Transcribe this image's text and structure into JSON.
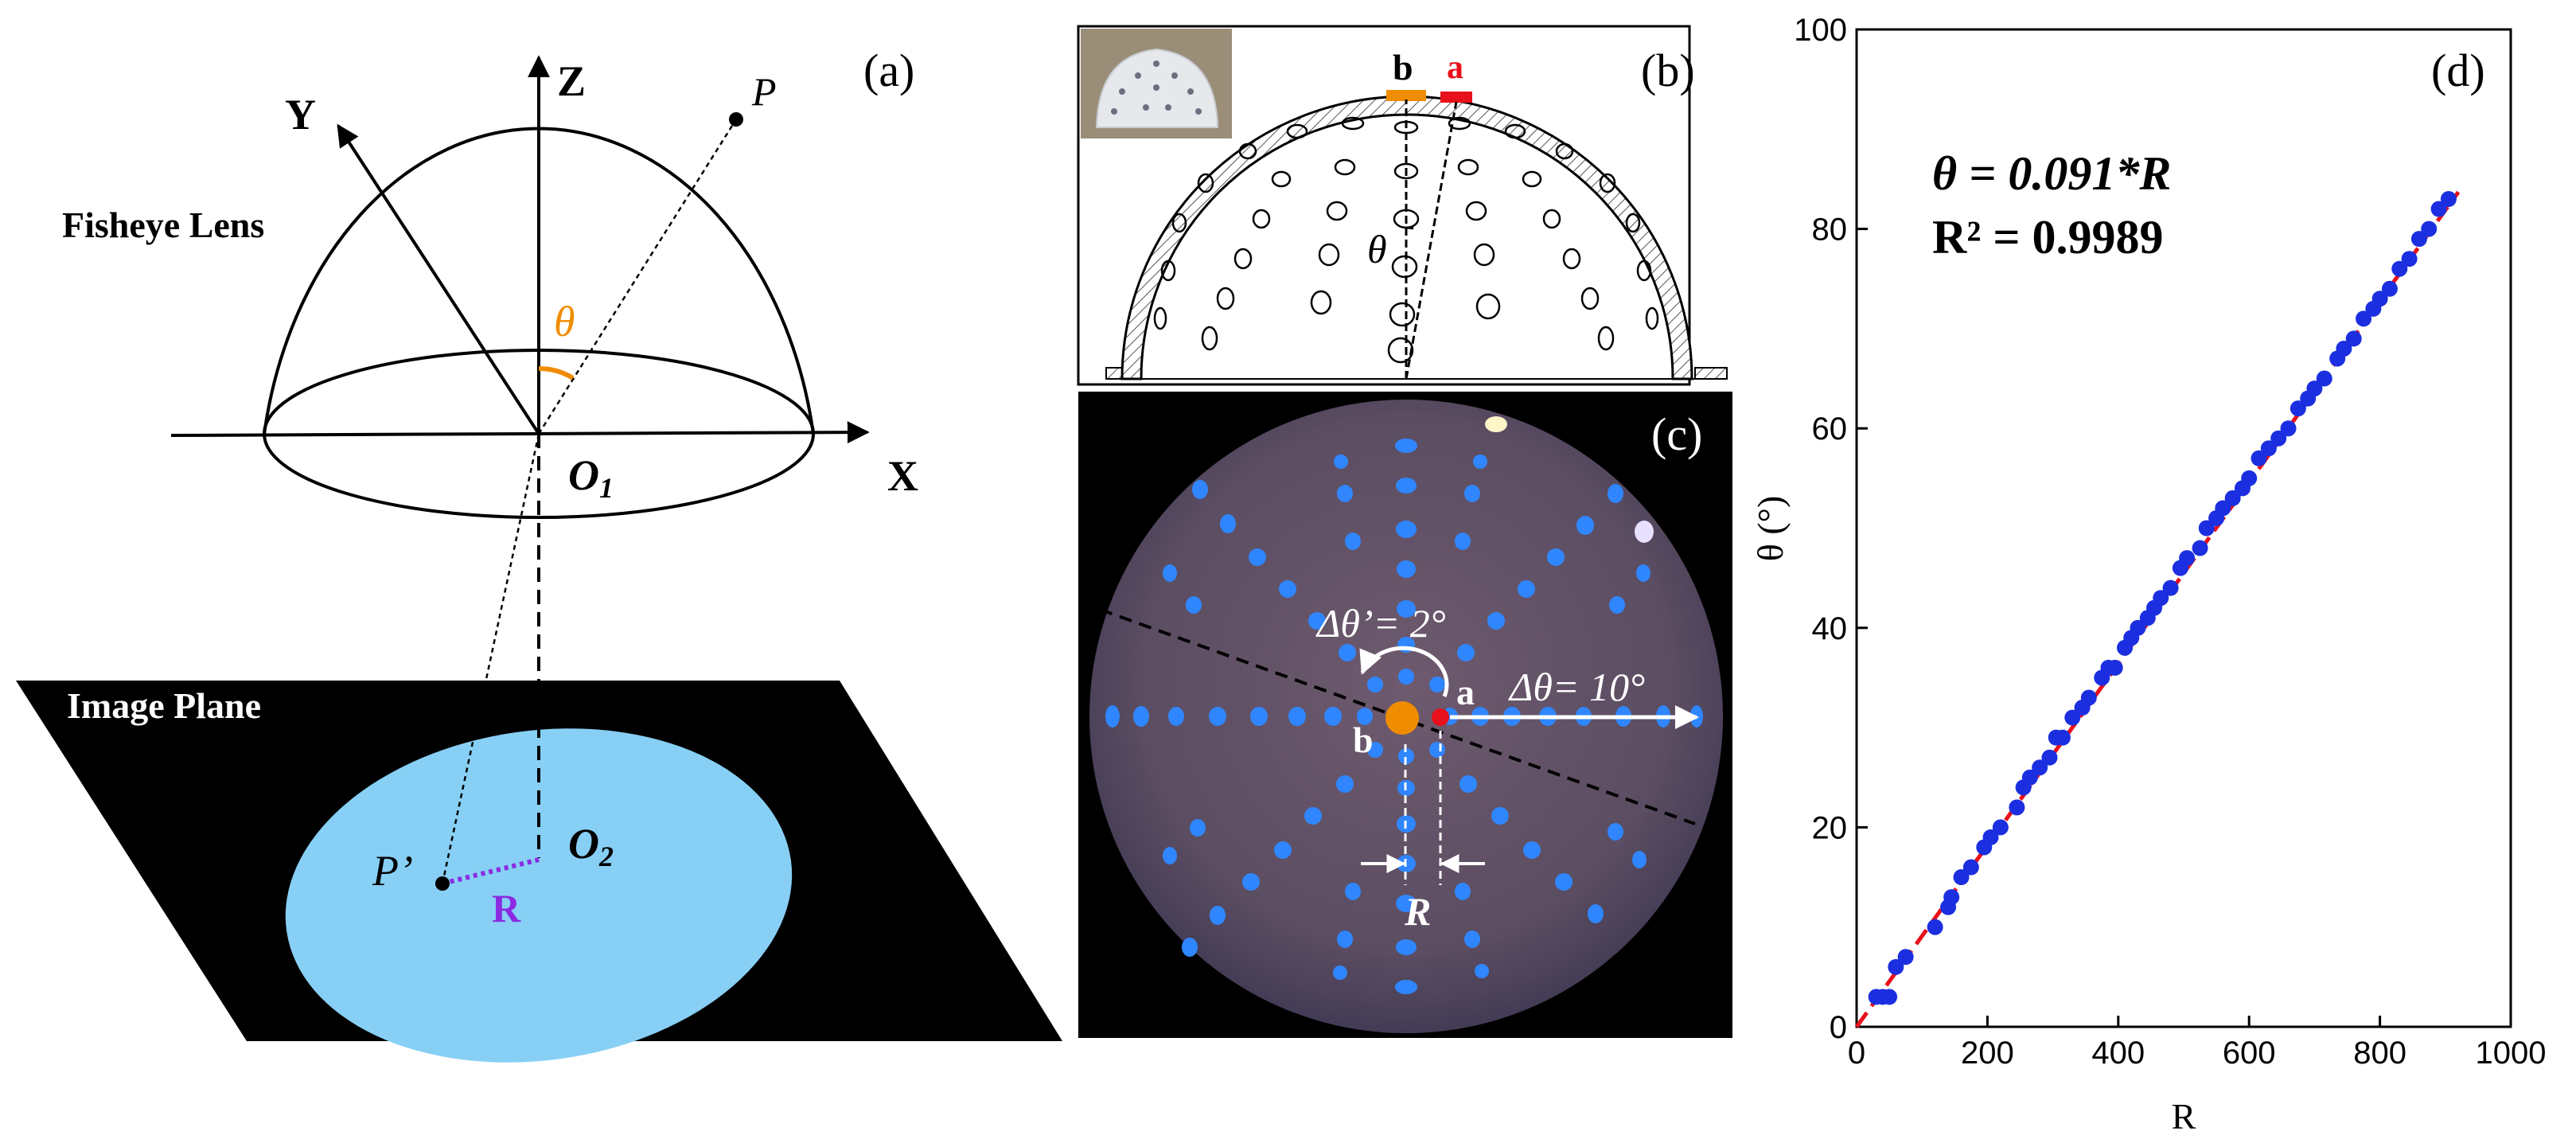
{
  "panel_a": {
    "label": "(a)",
    "axis_z": "Z",
    "axis_y": "Y",
    "axis_x": "X",
    "point_p": "P",
    "lens_label": "Fisheye Lens",
    "theta": "θ",
    "origin_main": "O",
    "origin1_sub": "1",
    "origin2_sub": "2",
    "image_plane_label": "Image Plane",
    "point_p_prime": "P’",
    "radius_label": "R",
    "colors": {
      "theta": "#f08c00",
      "ellipse_fill": "#87cff5",
      "radius": "#8a2be2",
      "plane": "#000000"
    }
  },
  "panel_b": {
    "label": "(b)",
    "marker_b": "b",
    "marker_a": "a",
    "theta": "θ",
    "colors": {
      "marker_b": "#f08c00",
      "marker_a": "#e8101a"
    }
  },
  "panel_c": {
    "label": "(c)",
    "dtheta_prime": "Δθ’= 2°",
    "dtheta": "Δθ= 10°",
    "point_a": "a",
    "point_b": "b",
    "radius_label": "R",
    "colors": {
      "dots": "#2f86ff",
      "point_b": "#f08c00",
      "point_a": "#e8101a"
    }
  },
  "panel_d": {
    "label": "(d)",
    "equation": "θ = 0.091*R",
    "r_squared": "R² = 0.9989",
    "colors": {
      "points": "#1b2fe0",
      "fit": "#e8101a"
    }
  },
  "chart_data": {
    "type": "scatter",
    "xlabel": "R",
    "ylabel": "θ (°)",
    "xlim": [
      0,
      1000
    ],
    "ylim": [
      0,
      100
    ],
    "xticks": [
      0,
      200,
      400,
      600,
      800,
      1000
    ],
    "yticks": [
      0,
      20,
      40,
      60,
      80,
      100
    ],
    "series": [
      {
        "type": "scatter",
        "x": [
          30,
          40,
          50,
          60,
          75,
          120,
          140,
          145,
          160,
          175,
          195,
          205,
          220,
          245,
          255,
          265,
          280,
          295,
          305,
          315,
          330,
          345,
          355,
          375,
          385,
          395,
          410,
          420,
          430,
          445,
          455,
          465,
          480,
          495,
          505,
          525,
          535,
          550,
          560,
          575,
          590,
          600,
          615,
          630,
          645,
          660,
          675,
          690,
          700,
          715,
          735,
          745,
          760,
          775,
          790,
          800,
          815,
          830,
          845,
          860,
          875,
          890,
          905
        ],
        "y": [
          3,
          3,
          3,
          6,
          7,
          10,
          12,
          13,
          15,
          16,
          18,
          19,
          20,
          22,
          24,
          25,
          26,
          27,
          29,
          29,
          31,
          32,
          33,
          35,
          36,
          36,
          38,
          39,
          40,
          41,
          42,
          43,
          44,
          46,
          47,
          48,
          50,
          51,
          52,
          53,
          54,
          55,
          57,
          58,
          59,
          60,
          62,
          63,
          64,
          65,
          67,
          68,
          69,
          71,
          72,
          73,
          74,
          76,
          77,
          79,
          80,
          82,
          83
        ]
      },
      {
        "type": "line",
        "x": [
          0,
          920
        ],
        "y": [
          0,
          83.7
        ]
      }
    ]
  }
}
